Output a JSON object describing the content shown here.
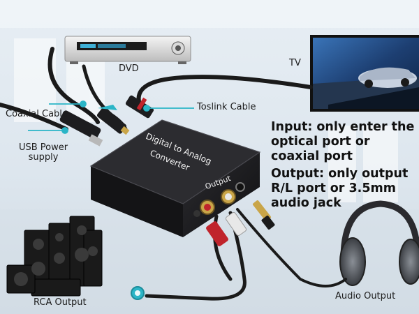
{
  "labels": {
    "dvd": "DVD",
    "tv": "TV",
    "coaxial": "Coaxial Cable",
    "usb_line1": "USB Power",
    "usb_line2": "supply",
    "toslink": "Toslink Cable",
    "rca": "RCA Output",
    "audio": "Audio Output",
    "output_port": "Output"
  },
  "device": {
    "line1": "Digital to Analog",
    "line2": "Converter"
  },
  "info": {
    "input_text": "Input: only enter the optical port or coaxial port",
    "output_text": "Output: only output R/L port or 3.5mm audio jack"
  },
  "colors": {
    "accent": "#2bb5c7",
    "text": "#1c1c1c",
    "device_body": "#1b1b1d",
    "rca_gold": "#c9a548",
    "rca_red": "#c0242c",
    "rca_white": "#e8e8e8"
  }
}
